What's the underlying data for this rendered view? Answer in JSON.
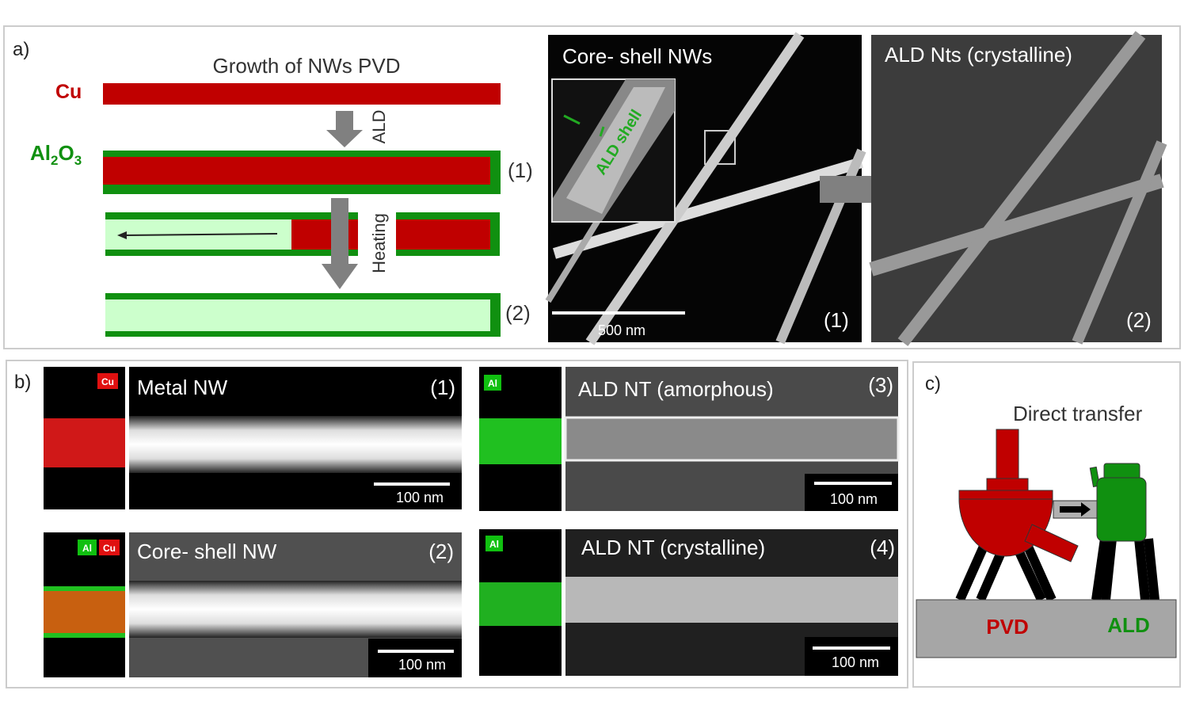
{
  "panel_a": {
    "label": "a)",
    "title": "Growth of NWs PVD",
    "cu_label": "Cu",
    "al_label_main": "Al",
    "al_sub1": "2",
    "al_o": "O",
    "al_sub2": "3",
    "ald_step": "ALD",
    "heating_step": "Heating",
    "stage1": "(1)",
    "stage2": "(2)",
    "sem1_title": "Core- shell NWs",
    "sem1_inset_label": "ALD shell",
    "sem1_scale": "500 nm",
    "sem1_index": "(1)",
    "sem2_title": "ALD Nts (crystalline)",
    "sem2_index": "(2)"
  },
  "panel_b": {
    "label": "b)",
    "images": [
      {
        "title": "Metal NW",
        "index": "(1)",
        "scale": "100 nm",
        "tags": [
          "Cu"
        ]
      },
      {
        "title": "Core- shell NW",
        "index": "(2)",
        "scale": "100 nm",
        "tags": [
          "Al",
          "Cu"
        ]
      },
      {
        "title": "ALD NT (amorphous)",
        "index": "(3)",
        "scale": "100 nm",
        "tags": [
          "Al"
        ]
      },
      {
        "title": "ALD NT (crystalline)",
        "index": "(4)",
        "scale": "100 nm",
        "tags": [
          "Al"
        ]
      }
    ]
  },
  "panel_c": {
    "label": "c)",
    "title": "Direct transfer",
    "pvd": "PVD",
    "ald": "ALD"
  },
  "colors": {
    "cu": "#c00000",
    "al2o3": "#109010",
    "hollow": "#ccffcc",
    "arrow": "#808080"
  }
}
